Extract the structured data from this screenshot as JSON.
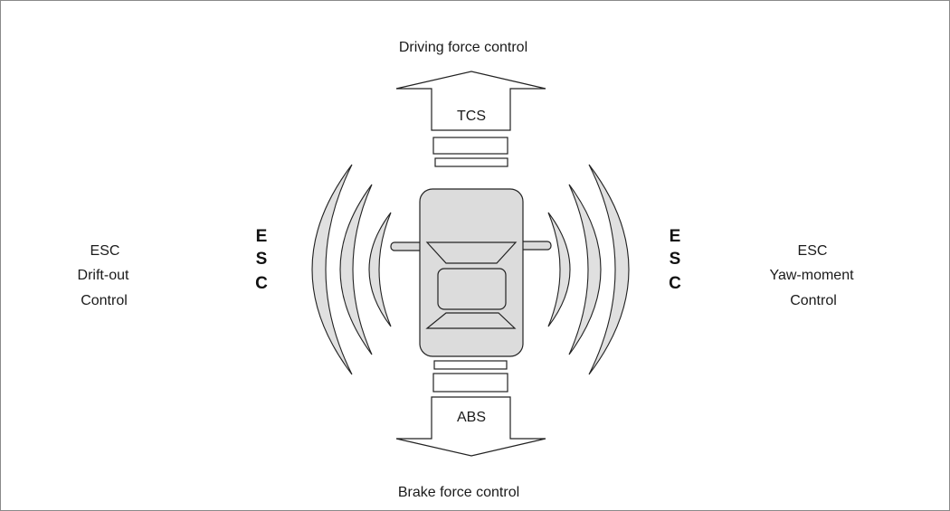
{
  "top_label": "Driving force control",
  "bottom_label": "Brake force control",
  "tcs_label": "TCS",
  "abs_label": "ABS",
  "esc_vertical_left": [
    "E",
    "S",
    "C"
  ],
  "esc_vertical_right": [
    "E",
    "S",
    "C"
  ],
  "left_text": [
    "ESC",
    "Drift-out",
    "Control"
  ],
  "right_text": [
    "ESC",
    "Yaw-moment",
    "Control"
  ],
  "colors": {
    "fill_grey": "#dcdcdc",
    "stroke": "#222222"
  }
}
